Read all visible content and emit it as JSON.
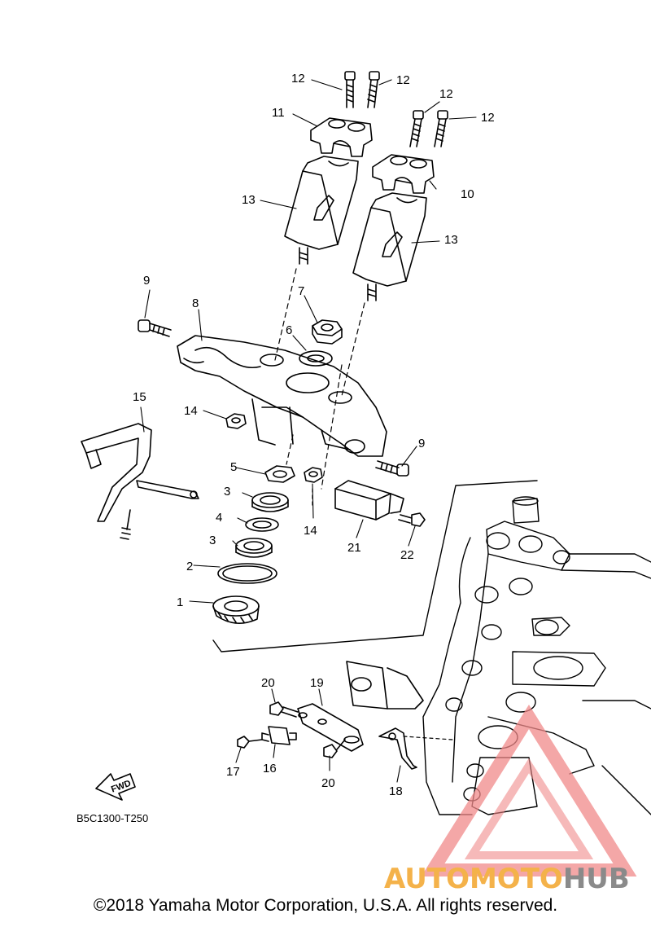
{
  "diagram": {
    "callouts": {
      "c1": "1",
      "c2": "2",
      "c3a": "3",
      "c3b": "3",
      "c4": "4",
      "c5": "5",
      "c6": "6",
      "c7": "7",
      "c8": "8",
      "c9a": "9",
      "c9b": "9",
      "c10": "10",
      "c11": "11",
      "c12a": "12",
      "c12b": "12",
      "c12c": "12",
      "c12d": "12",
      "c13a": "13",
      "c13b": "13",
      "c14a": "14",
      "c14b": "14",
      "c15": "15",
      "c16": "16",
      "c17": "17",
      "c18": "18",
      "c19": "19",
      "c20a": "20",
      "c20b": "20",
      "c21": "21",
      "c22": "22"
    },
    "fwd_label": "FWD",
    "drawing_code": "B5C1300-T250",
    "copyright": "©2018 Yamaha Motor Corporation, U.S.A. All rights reserved."
  },
  "watermark": {
    "part1": "AUTOMOTO",
    "part2": "HUB",
    "color_primary": "#f08a8a",
    "color_secondary": "#8a8a8a",
    "color_accent": "#f4b24a"
  }
}
